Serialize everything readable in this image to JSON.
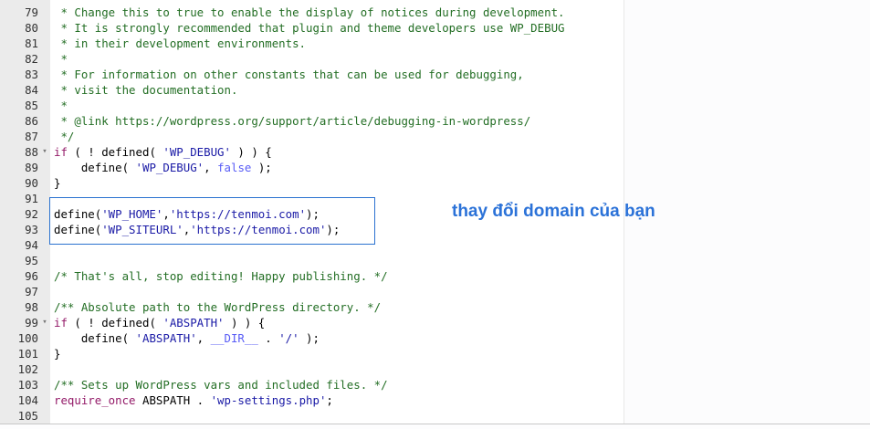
{
  "editor": {
    "lines": [
      {
        "num": "79",
        "fold": "",
        "tokens": [
          {
            "t": " * Change this to true to enable the display of notices during development.",
            "c": "c"
          }
        ]
      },
      {
        "num": "80",
        "fold": "",
        "tokens": [
          {
            "t": " * It is strongly recommended that plugin and theme developers use WP_DEBUG",
            "c": "c"
          }
        ]
      },
      {
        "num": "81",
        "fold": "",
        "tokens": [
          {
            "t": " * in their development environments.",
            "c": "c"
          }
        ]
      },
      {
        "num": "82",
        "fold": "",
        "tokens": [
          {
            "t": " *",
            "c": "c"
          }
        ]
      },
      {
        "num": "83",
        "fold": "",
        "tokens": [
          {
            "t": " * For information on other constants that can be used for debugging,",
            "c": "c"
          }
        ]
      },
      {
        "num": "84",
        "fold": "",
        "tokens": [
          {
            "t": " * visit the documentation.",
            "c": "c"
          }
        ]
      },
      {
        "num": "85",
        "fold": "",
        "tokens": [
          {
            "t": " *",
            "c": "c"
          }
        ]
      },
      {
        "num": "86",
        "fold": "",
        "tokens": [
          {
            "t": " * @link https://wordpress.org/support/article/debugging-in-wordpress/",
            "c": "c"
          }
        ]
      },
      {
        "num": "87",
        "fold": "",
        "tokens": [
          {
            "t": " */",
            "c": "c"
          }
        ]
      },
      {
        "num": "88",
        "fold": "▾",
        "tokens": [
          {
            "t": "if",
            "c": "k"
          },
          {
            "t": " ( ! defined( ",
            "c": "p"
          },
          {
            "t": "'WP_DEBUG'",
            "c": "s"
          },
          {
            "t": " ) ) {",
            "c": "p"
          }
        ]
      },
      {
        "num": "89",
        "fold": "",
        "tokens": [
          {
            "t": "    define( ",
            "c": "p"
          },
          {
            "t": "'WP_DEBUG'",
            "c": "s"
          },
          {
            "t": ", ",
            "c": "p"
          },
          {
            "t": "false",
            "c": "b"
          },
          {
            "t": " );",
            "c": "p"
          }
        ]
      },
      {
        "num": "90",
        "fold": "",
        "tokens": [
          {
            "t": "}",
            "c": "p"
          }
        ]
      },
      {
        "num": "91",
        "fold": "",
        "tokens": []
      },
      {
        "num": "92",
        "fold": "",
        "tokens": [
          {
            "t": "define(",
            "c": "p"
          },
          {
            "t": "'WP_HOME'",
            "c": "s"
          },
          {
            "t": ",",
            "c": "p"
          },
          {
            "t": "'https://tenmoi.com'",
            "c": "s"
          },
          {
            "t": ");",
            "c": "p"
          }
        ]
      },
      {
        "num": "93",
        "fold": "",
        "tokens": [
          {
            "t": "define(",
            "c": "p"
          },
          {
            "t": "'WP_SITEURL'",
            "c": "s"
          },
          {
            "t": ",",
            "c": "p"
          },
          {
            "t": "'https://tenmoi.com'",
            "c": "s"
          },
          {
            "t": ");",
            "c": "p"
          }
        ]
      },
      {
        "num": "94",
        "fold": "",
        "tokens": []
      },
      {
        "num": "95",
        "fold": "",
        "tokens": []
      },
      {
        "num": "96",
        "fold": "",
        "tokens": [
          {
            "t": "/* That's all, stop editing! Happy publishing. */",
            "c": "c"
          }
        ]
      },
      {
        "num": "97",
        "fold": "",
        "tokens": []
      },
      {
        "num": "98",
        "fold": "",
        "tokens": [
          {
            "t": "/** Absolute path to the WordPress directory. */",
            "c": "c"
          }
        ]
      },
      {
        "num": "99",
        "fold": "▾",
        "tokens": [
          {
            "t": "if",
            "c": "k"
          },
          {
            "t": " ( ! defined( ",
            "c": "p"
          },
          {
            "t": "'ABSPATH'",
            "c": "s"
          },
          {
            "t": " ) ) {",
            "c": "p"
          }
        ]
      },
      {
        "num": "100",
        "fold": "",
        "tokens": [
          {
            "t": "    define( ",
            "c": "p"
          },
          {
            "t": "'ABSPATH'",
            "c": "s"
          },
          {
            "t": ", ",
            "c": "p"
          },
          {
            "t": "__DIR__",
            "c": "b"
          },
          {
            "t": " . ",
            "c": "p"
          },
          {
            "t": "'/'",
            "c": "s"
          },
          {
            "t": " );",
            "c": "p"
          }
        ]
      },
      {
        "num": "101",
        "fold": "",
        "tokens": [
          {
            "t": "}",
            "c": "p"
          }
        ]
      },
      {
        "num": "102",
        "fold": "",
        "tokens": []
      },
      {
        "num": "103",
        "fold": "",
        "tokens": [
          {
            "t": "/** Sets up WordPress vars and included files. */",
            "c": "c"
          }
        ]
      },
      {
        "num": "104",
        "fold": "",
        "tokens": [
          {
            "t": "require_once",
            "c": "k2"
          },
          {
            "t": " ABSPATH . ",
            "c": "p"
          },
          {
            "t": "'wp-settings.php'",
            "c": "s"
          },
          {
            "t": ";",
            "c": "p"
          }
        ]
      },
      {
        "num": "105",
        "fold": "",
        "tokens": []
      }
    ]
  },
  "annotation": {
    "text": "thay đổi domain của bạn",
    "color": "#2b72d8"
  },
  "colors": {
    "comment": "#236e24",
    "keyword": "#931a68",
    "string": "#1a1aa6",
    "builtin": "#585cf6",
    "highlight_border": "#2b72d0",
    "gutter_bg": "#ebebeb"
  }
}
